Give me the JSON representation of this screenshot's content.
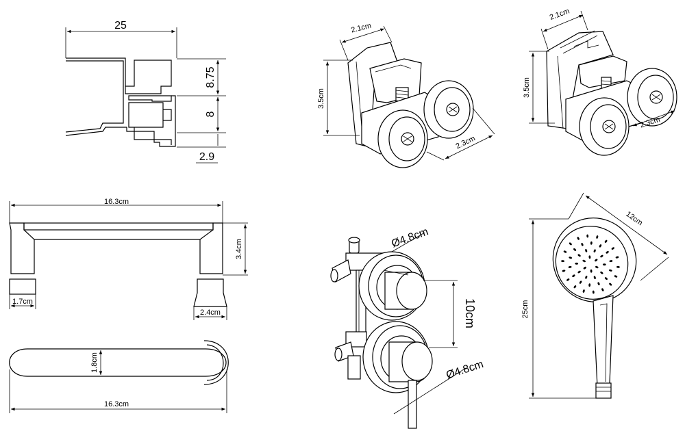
{
  "colors": {
    "ink": "#000000",
    "paper": "#ffffff"
  },
  "profile": {
    "width": "25",
    "h1": "8.75",
    "h2": "8",
    "h3": "2.9"
  },
  "roller_front": {
    "width": "2.1cm",
    "height": "3.5cm",
    "wheel": "2.3cm"
  },
  "roller_back": {
    "width": "2.1cm",
    "height": "3.5cm",
    "wheel": "2.3cm"
  },
  "towel_bar_side": {
    "length": "16.3cm",
    "height": "3.4cm",
    "foot_left": "1.7cm",
    "foot_right": "2.4cm"
  },
  "towel_bar_top": {
    "length": "16.3cm",
    "depth": "1.8cm"
  },
  "valve": {
    "knob_top": "Ø4.8cm",
    "knob_bottom": "Ø4.8cm",
    "spacing": "10cm"
  },
  "hand_shower": {
    "head": "12cm",
    "length": "25cm"
  }
}
